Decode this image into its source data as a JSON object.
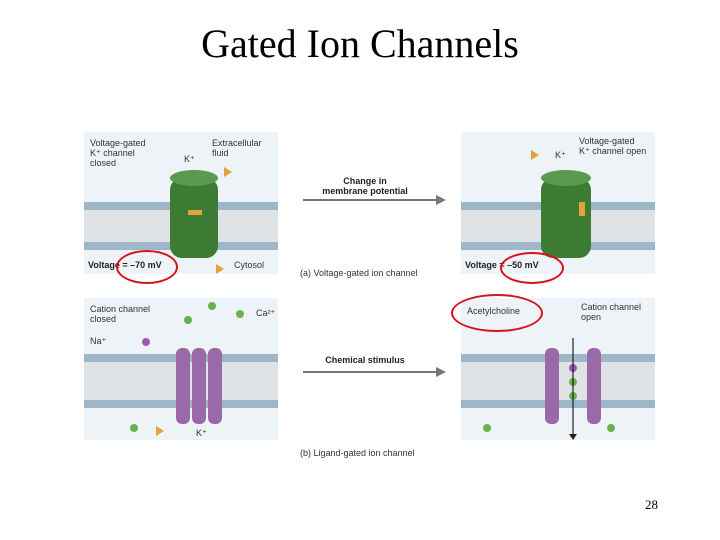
{
  "slide": {
    "title": "Gated Ion Channels",
    "page_number": "28"
  },
  "panel_a": {
    "left_closed_label": "Voltage-gated\nK⁺ channel\nclosed",
    "extracellular_label": "Extracellular\nfluid",
    "k_ion_label": "K⁺",
    "voltage_left": "Voltage = –70 mV",
    "cytosol_label": "Cytosol",
    "stimulus_label": "Change in\nmembrane potential",
    "caption": "(a) Voltage-gated ion channel",
    "right_open_label": "Voltage-gated\nK⁺ channel open",
    "k_ion_label_right": "K⁺",
    "voltage_right": "Voltage = –50 mV"
  },
  "panel_b": {
    "left_closed_label": "Cation channel\nclosed",
    "na_label": "Na⁺",
    "ca_label": "Ca²⁺",
    "k_label": "K⁺",
    "stimulus_label": "Chemical stimulus",
    "caption": "(b) Ligand-gated ion channel",
    "acetylcholine_label": "Acetylcholine",
    "right_open_label": "Cation channel\nopen"
  },
  "colors": {
    "highlight_circle": "#d8141b",
    "k_channel_green": "#3d7a34",
    "cation_channel_purple": "#9a6aa8",
    "membrane_head": "#9db7c9"
  },
  "icons": [
    "k-channel-icon",
    "cation-channel-icon",
    "ion-icon",
    "arrow-right-icon"
  ]
}
